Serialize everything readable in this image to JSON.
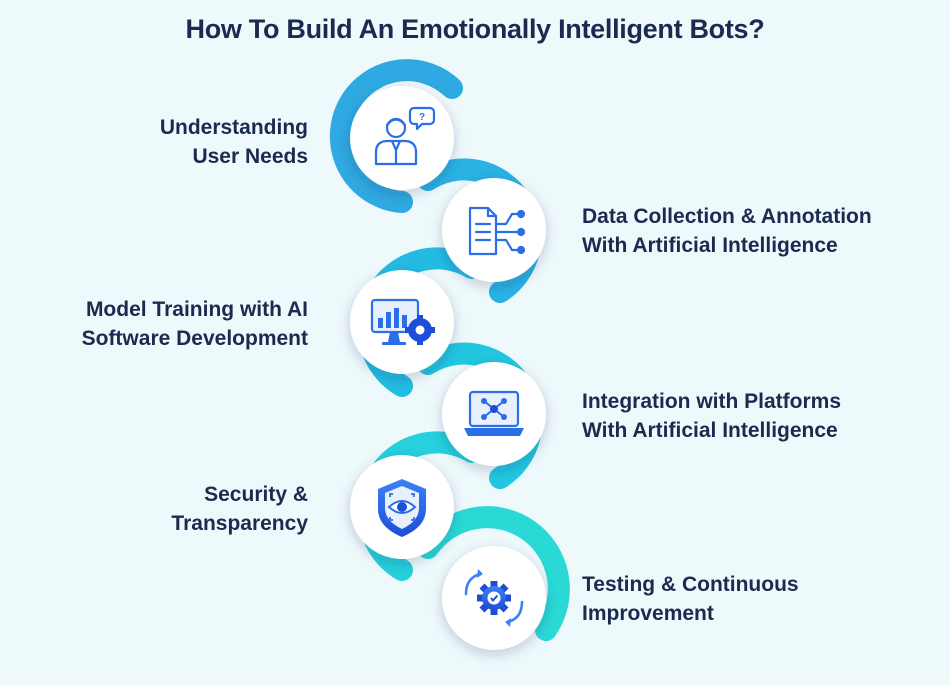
{
  "title": "How To Build An Emotionally Intelligent Bots?",
  "steps": [
    {
      "line1": "Understanding",
      "line2": "User Needs",
      "icon": "user-question-icon",
      "ring_color": "#2fa9e1"
    },
    {
      "line1": "Data Collection & Annotation",
      "line2": "With Artificial Intelligence",
      "icon": "document-network-icon",
      "ring_color": "#29b2e3"
    },
    {
      "line1": "Model Training with AI",
      "line2": "Software Development",
      "icon": "monitor-analytics-icon",
      "ring_color": "#24bbe3"
    },
    {
      "line1": "Integration with Platforms",
      "line2": "With Artificial Intelligence",
      "icon": "laptop-network-icon",
      "ring_color": "#22c6df"
    },
    {
      "line1": "Security &",
      "line2": "Transparency",
      "icon": "shield-eye-icon",
      "ring_color": "#26d0dc"
    },
    {
      "line1": "Testing & Continuous",
      "line2": "Improvement",
      "icon": "gear-cycle-icon",
      "ring_color": "#2ad9d6"
    }
  ]
}
